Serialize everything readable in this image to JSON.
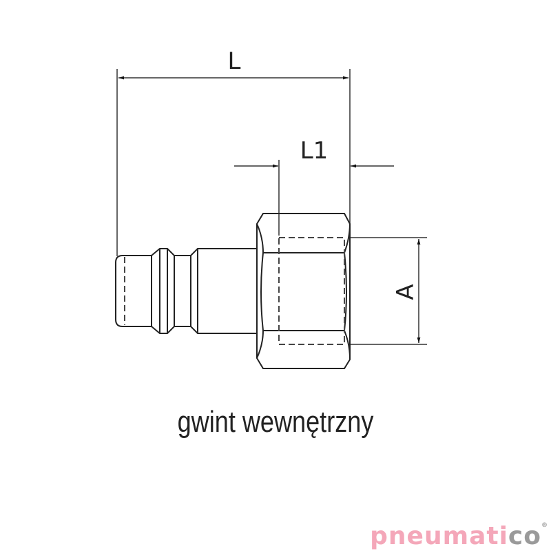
{
  "dimensions": {
    "length": "L",
    "thread_length": "L1",
    "thread": "A"
  },
  "caption": "gwint wewnętrzny",
  "logo": {
    "text_primary": "pneumati",
    "text_secondary": "co",
    "registered": "®",
    "colors": {
      "primary": "#f4a7b9",
      "secondary": "#9a9a9a"
    }
  }
}
